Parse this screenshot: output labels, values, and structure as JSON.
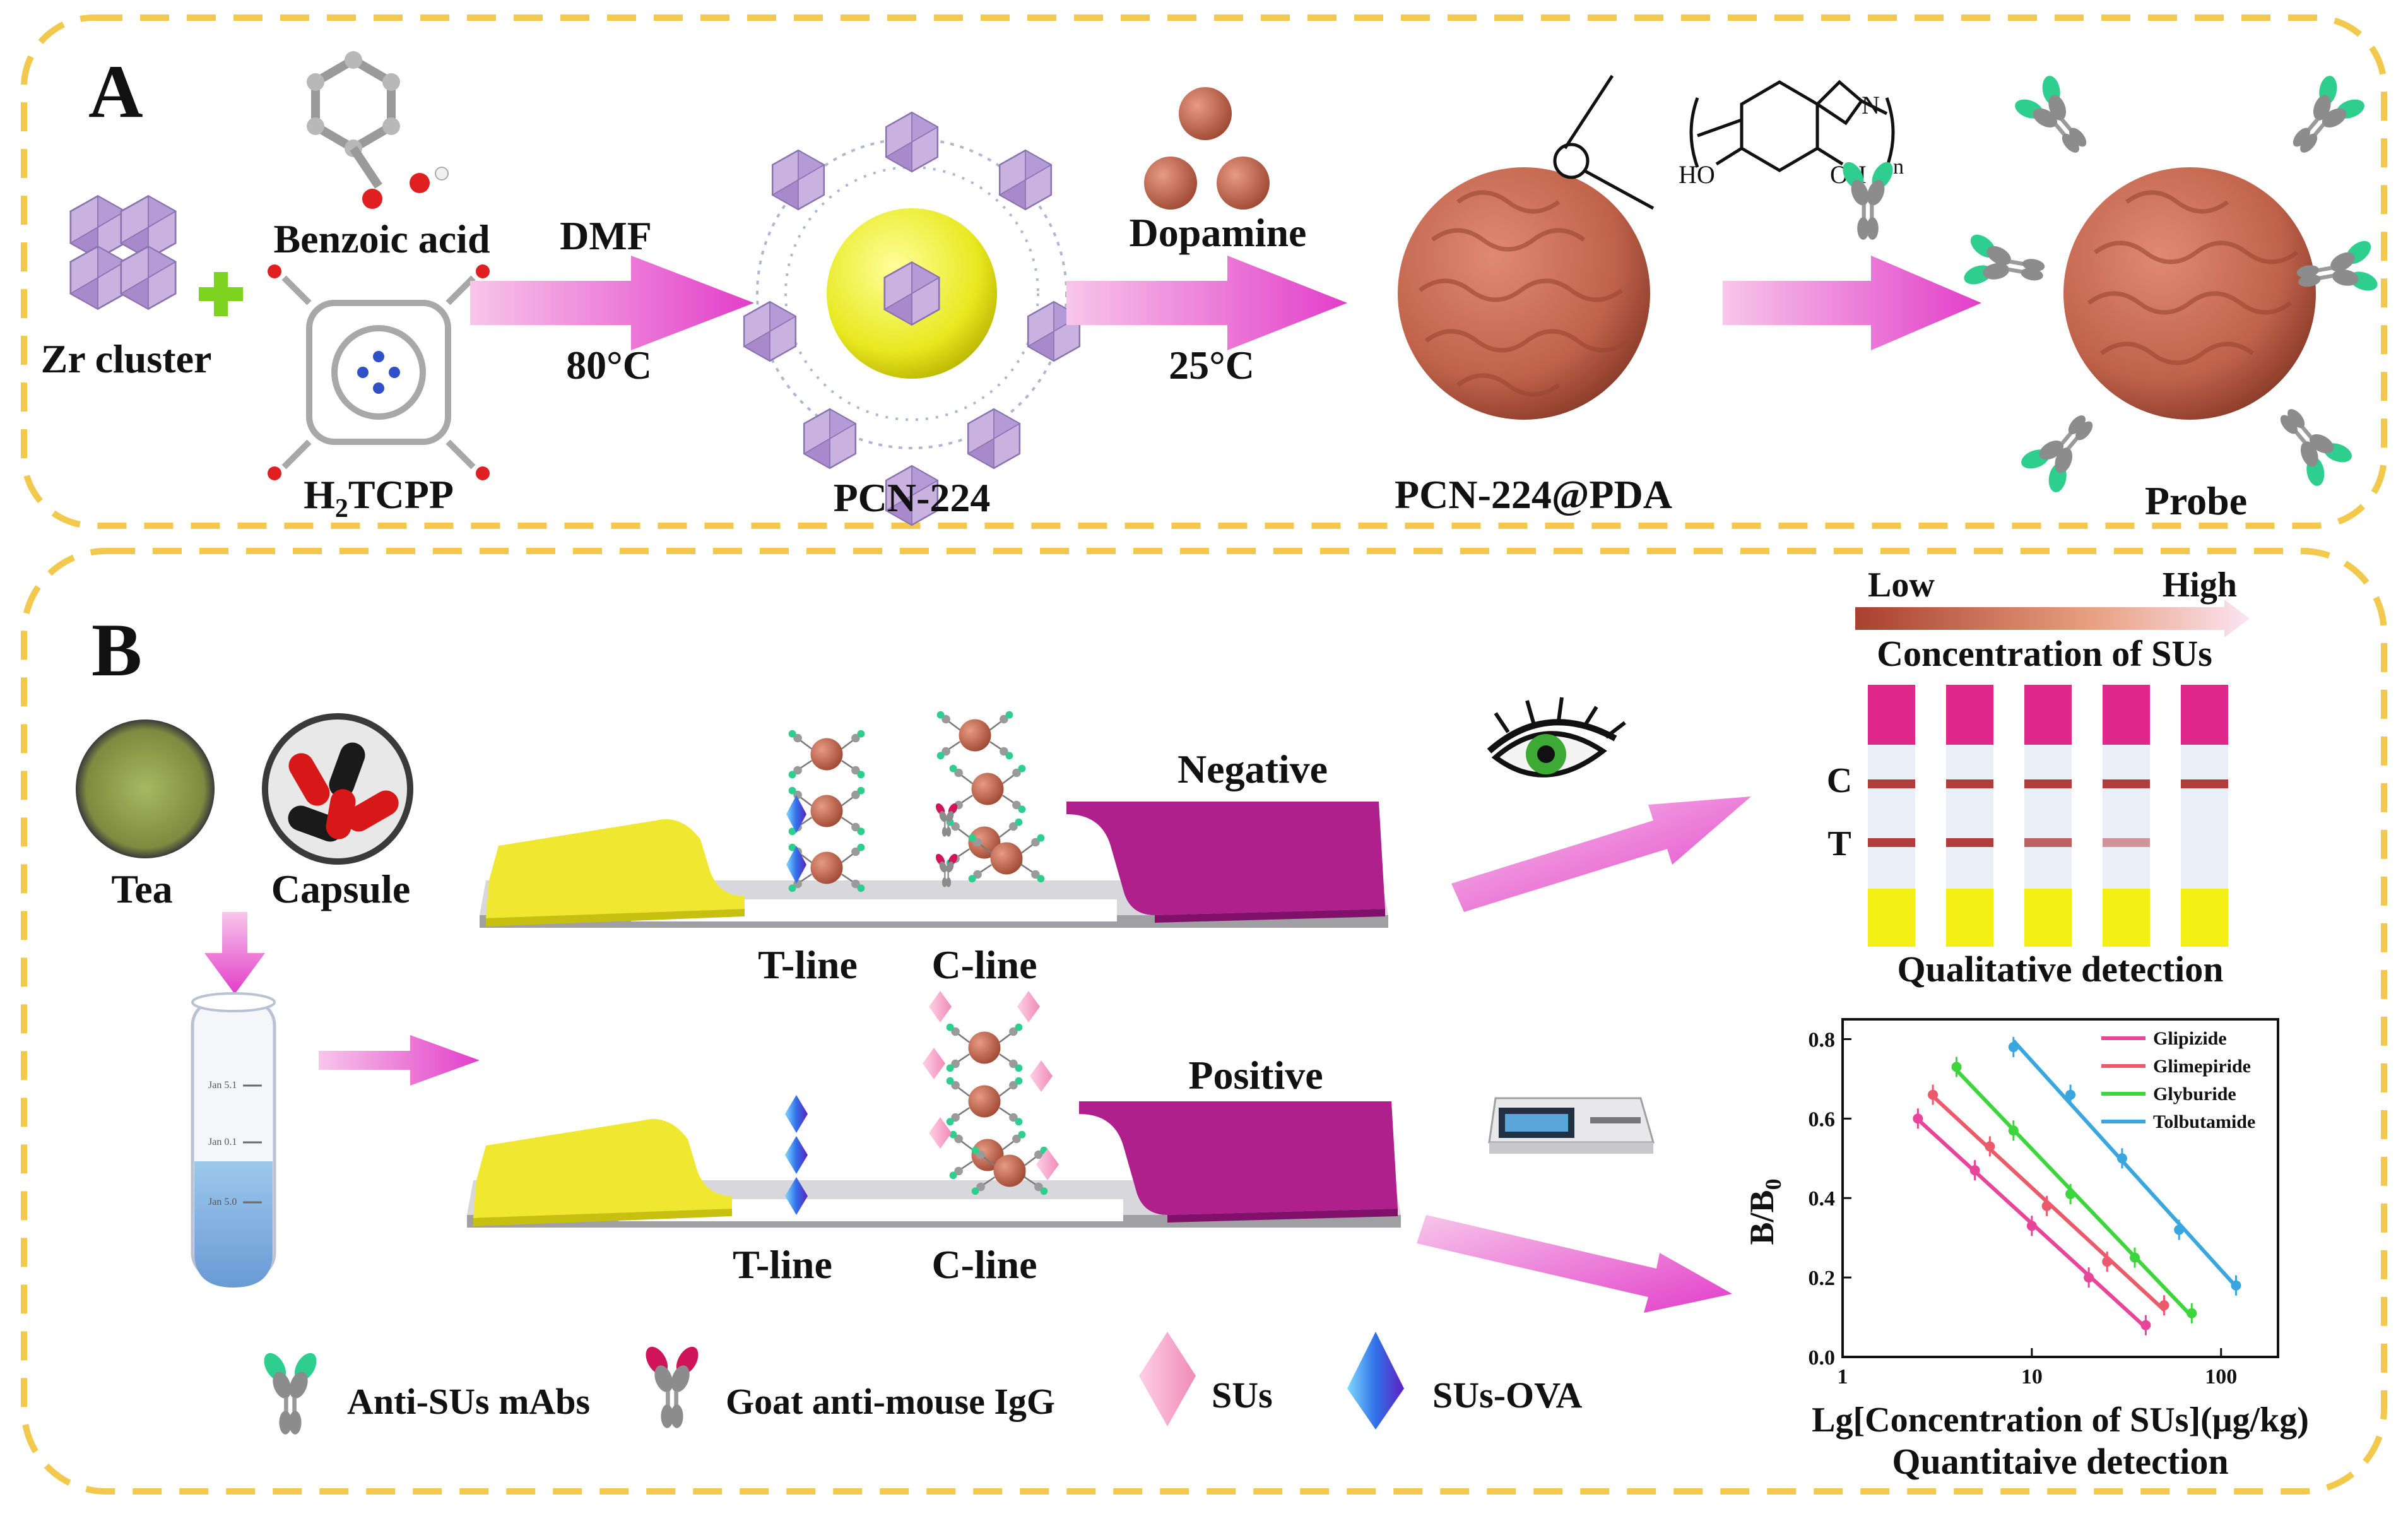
{
  "panel_a": {
    "letter": "A",
    "zr_cluster": "Zr cluster",
    "benzoic_acid": "Benzoic acid",
    "tcpp_main": "H",
    "tcpp_sub": "2",
    "tcpp_rest": "TCPP",
    "solvent": "DMF",
    "temp1": "80°C",
    "pcn224": "PCN-224",
    "dopamine": "Dopamine",
    "temp2": "25°C",
    "pcn_pda": "PCN-224@PDA",
    "probe": "Probe",
    "ho": "HO",
    "oh": "OH",
    "n_atom": "N",
    "n_sub": "n"
  },
  "panel_b": {
    "letter": "B",
    "tea": "Tea",
    "capsule": "Capsule",
    "negative": "Negative",
    "positive": "Positive",
    "t_line": "T-line",
    "c_line": "C-line",
    "low": "Low",
    "high": "High",
    "conc_label": "Concentration of SUs",
    "c_mark": "C",
    "t_mark": "T",
    "qualitative": "Qualitative detection",
    "quantitative": "Quantitaive detection",
    "tube_marks": [
      "Jan 5.1",
      "Jan 0.1",
      "Jan 5.0"
    ]
  },
  "legend": {
    "anti_sus": "Anti-SUs mAbs",
    "goat": "Goat anti-mouse IgG",
    "sus": "SUs",
    "sus_ova": "SUs-OVA"
  },
  "strip_t_intensity": [
    1.0,
    1.0,
    0.8,
    0.5,
    0.0
  ],
  "colors": {
    "dash_border": "#f2c94c",
    "arrow_pink": "#e040c8",
    "pad_yellow": "#f0e830",
    "pad_magenta": "#b0208c",
    "particle": "#c86850",
    "line_red": "#b03c3c"
  },
  "chart_data": {
    "type": "line",
    "xscale": "log",
    "xlabel": "Lg[Concentration of SUs](μg/kg)",
    "ylabel_main": "B/B",
    "ylabel_sub": "0",
    "xlim": [
      1,
      200
    ],
    "ylim": [
      0,
      0.85
    ],
    "xticks": [
      1,
      10,
      100
    ],
    "xtick_labels": [
      "1",
      "10",
      "100"
    ],
    "yticks": [
      0.0,
      0.2,
      0.4,
      0.6,
      0.8
    ],
    "ytick_labels": [
      "0.0",
      "0.2",
      "0.4",
      "0.6",
      "0.8"
    ],
    "legend_position": "top-right",
    "series": [
      {
        "name": "Glipizide",
        "color": "#e8449a",
        "x": [
          2.5,
          5,
          10,
          20,
          40
        ],
        "y": [
          0.6,
          0.47,
          0.33,
          0.2,
          0.08
        ]
      },
      {
        "name": "Glimepiride",
        "color": "#ea5a6a",
        "x": [
          3,
          6,
          12,
          25,
          50
        ],
        "y": [
          0.66,
          0.53,
          0.38,
          0.24,
          0.13
        ]
      },
      {
        "name": "Glyburide",
        "color": "#3cd63c",
        "x": [
          4,
          8,
          16,
          35,
          70
        ],
        "y": [
          0.73,
          0.57,
          0.41,
          0.25,
          0.11
        ]
      },
      {
        "name": "Tolbutamide",
        "color": "#3aa6e0",
        "x": [
          8,
          16,
          30,
          60,
          120
        ],
        "y": [
          0.78,
          0.66,
          0.5,
          0.32,
          0.18
        ]
      }
    ]
  }
}
